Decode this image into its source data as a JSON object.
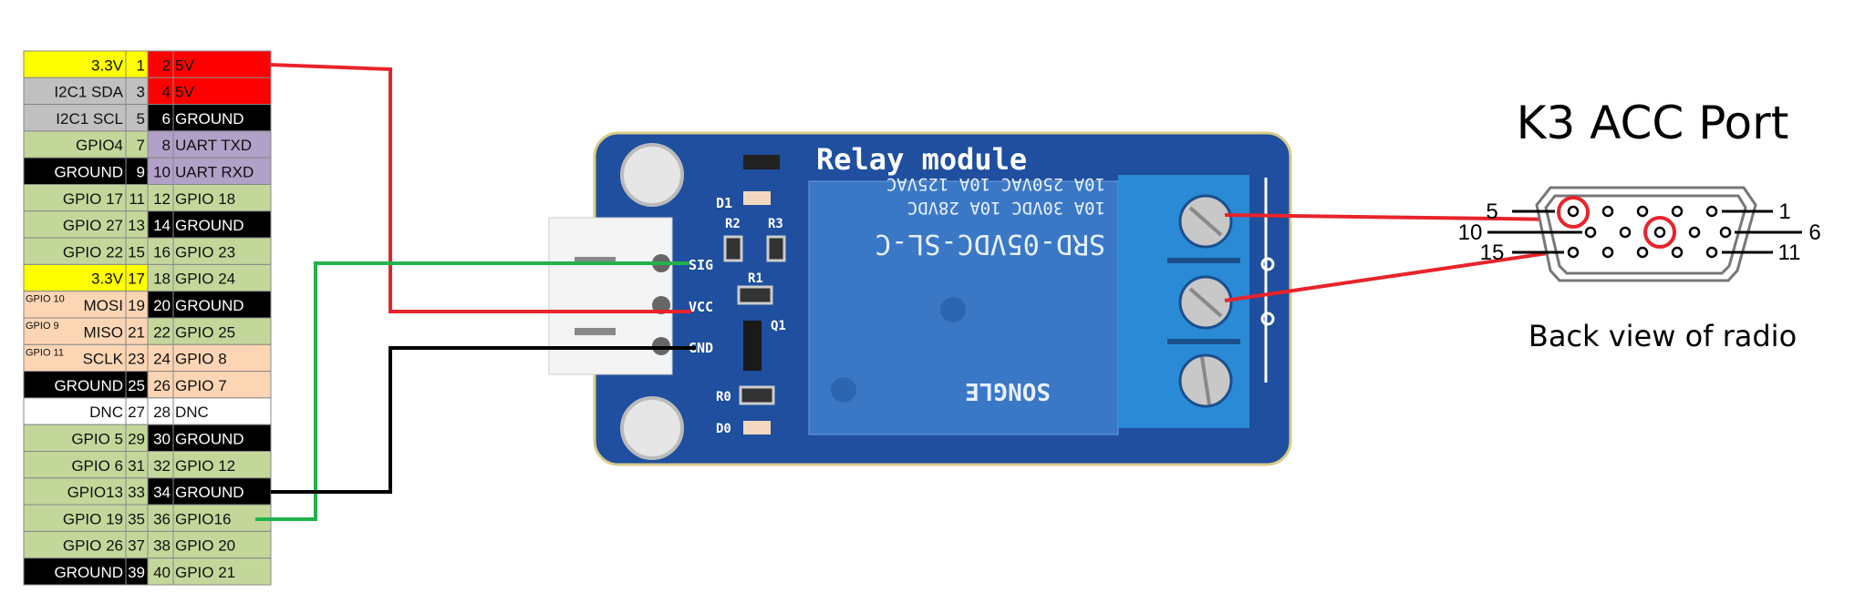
{
  "colors": {
    "yellow": "#ffff00",
    "gray": "#c0c0c0",
    "red": "#ff0000",
    "black": "#000000",
    "green": "#c4d79b",
    "purple": "#b1a0c7",
    "peach": "#fcd5b4",
    "white": "#ffffff",
    "wire_red": "#e8232b",
    "wire_green": "#22b14c",
    "wire_black": "#000000",
    "pcb_blue": "#1f4f9e",
    "relay_blue": "#3a78c6",
    "terminal_blue": "#2a8ad6"
  },
  "gpio_header": {
    "rows": [
      {
        "left": "3.3V",
        "sup": "",
        "n1": "1",
        "n2": "2",
        "right": "5V",
        "c": [
          "yellow",
          "yellow",
          "red",
          "red"
        ]
      },
      {
        "left": "I2C1 SDA",
        "sup": "",
        "n1": "3",
        "n2": "4",
        "right": "5V",
        "c": [
          "gray",
          "gray",
          "red",
          "red"
        ]
      },
      {
        "left": "I2C1 SCL",
        "sup": "",
        "n1": "5",
        "n2": "6",
        "right": "GROUND",
        "c": [
          "gray",
          "gray",
          "black",
          "black"
        ]
      },
      {
        "left": "GPIO4",
        "sup": "",
        "n1": "7",
        "n2": "8",
        "right": "UART TXD",
        "c": [
          "green",
          "green",
          "purple",
          "purple"
        ]
      },
      {
        "left": "GROUND",
        "sup": "",
        "n1": "9",
        "n2": "10",
        "right": "UART RXD",
        "c": [
          "black",
          "black",
          "purple",
          "purple"
        ]
      },
      {
        "left": "GPIO 17",
        "sup": "",
        "n1": "11",
        "n2": "12",
        "right": "GPIO 18",
        "c": [
          "green",
          "green",
          "green",
          "green"
        ]
      },
      {
        "left": "GPIO 27",
        "sup": "",
        "n1": "13",
        "n2": "14",
        "right": "GROUND",
        "c": [
          "green",
          "green",
          "black",
          "black"
        ]
      },
      {
        "left": "GPIO 22",
        "sup": "",
        "n1": "15",
        "n2": "16",
        "right": "GPIO 23",
        "c": [
          "green",
          "green",
          "green",
          "green"
        ]
      },
      {
        "left": "3.3V",
        "sup": "",
        "n1": "17",
        "n2": "18",
        "right": "GPIO 24",
        "c": [
          "yellow",
          "yellow",
          "green",
          "green"
        ]
      },
      {
        "left": "MOSI",
        "sup": "GPIO 10",
        "n1": "19",
        "n2": "20",
        "right": "GROUND",
        "c": [
          "peach",
          "peach",
          "black",
          "black"
        ]
      },
      {
        "left": "MISO",
        "sup": "GPIO 9",
        "n1": "21",
        "n2": "22",
        "right": "GPIO 25",
        "c": [
          "peach",
          "peach",
          "green",
          "green"
        ]
      },
      {
        "left": "SCLK",
        "sup": "GPIO 11",
        "n1": "23",
        "n2": "24",
        "right": "GPIO 8",
        "c": [
          "peach",
          "peach",
          "peach",
          "peach"
        ]
      },
      {
        "left": "GROUND",
        "sup": "",
        "n1": "25",
        "n2": "26",
        "right": "GPIO 7",
        "c": [
          "black",
          "black",
          "peach",
          "peach"
        ]
      },
      {
        "left": "DNC",
        "sup": "",
        "n1": "27",
        "n2": "28",
        "right": "DNC",
        "c": [
          "white",
          "white",
          "white",
          "white"
        ]
      },
      {
        "left": "GPIO  5",
        "sup": "",
        "n1": "29",
        "n2": "30",
        "right": "GROUND",
        "c": [
          "green",
          "green",
          "black",
          "black"
        ]
      },
      {
        "left": "GPIO  6",
        "sup": "",
        "n1": "31",
        "n2": "32",
        "right": "GPIO 12",
        "c": [
          "green",
          "green",
          "green",
          "green"
        ]
      },
      {
        "left": "GPIO13",
        "sup": "",
        "n1": "33",
        "n2": "34",
        "right": "GROUND",
        "c": [
          "green",
          "green",
          "black",
          "black"
        ]
      },
      {
        "left": "GPIO 19",
        "sup": "",
        "n1": "35",
        "n2": "36",
        "right": "GPIO16",
        "c": [
          "green",
          "green",
          "green",
          "green"
        ]
      },
      {
        "left": "GPIO 26",
        "sup": "",
        "n1": "37",
        "n2": "38",
        "right": "GPIO 20",
        "c": [
          "green",
          "green",
          "green",
          "green"
        ]
      },
      {
        "left": "GROUND",
        "sup": "",
        "n1": "39",
        "n2": "40",
        "right": "GPIO 21",
        "c": [
          "black",
          "black",
          "green",
          "green"
        ]
      }
    ]
  },
  "relay": {
    "title": "Relay module",
    "pins": {
      "sig": "SIG",
      "vcc": "VCC",
      "gnd": "GND"
    },
    "components": {
      "d1": "D1",
      "r2": "R2",
      "r3": "R3",
      "r1": "R1",
      "q1": "Q1",
      "r0": "R0",
      "d0": "D0"
    },
    "part_number": "SRD-05VDC-SL-C",
    "rating_1": "10A  30VDC  10A  28VDC",
    "rating_2": "10A 250VAC  10A 125VAC",
    "brand": "SONGLE"
  },
  "port": {
    "title": "K3 ACC Port",
    "subtitle": "Back view of radio",
    "pin_labels": {
      "p5": "5",
      "p10": "10",
      "p15": "15",
      "p1": "1",
      "p6": "6",
      "p11": "11"
    }
  }
}
